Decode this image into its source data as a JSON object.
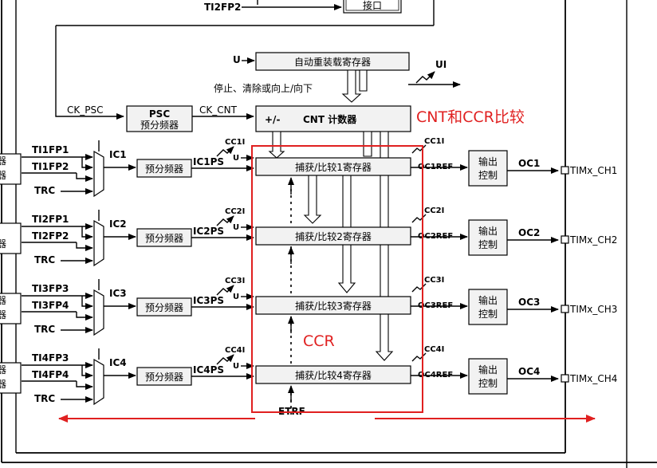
{
  "top": {
    "ti2fp2_label": "TI2FP2",
    "interface_label": "接口",
    "u_label": "U",
    "ui_label": "UI",
    "arr_label": "自动重装载寄存器",
    "stop_clear_label": "停止、清除或向上/向下"
  },
  "counter": {
    "ck_psc_label": "CK_PSC",
    "psc_label": "PSC",
    "psc_sub_label": "预分频器",
    "ck_cnt_label": "CK_CNT",
    "updown_label": "+/-",
    "cnt_label": "CNT 计数器"
  },
  "annotations": {
    "cnt_ccr_compare": "CNT和CCR比较",
    "ccr": "CCR"
  },
  "left_edge_texts": [
    "器",
    "器",
    "器",
    "器",
    "器",
    "器",
    "器"
  ],
  "channels": [
    {
      "fp_a": "TI1FP1",
      "fp_b": "TI1FP2",
      "trc": "TRC",
      "ic": "IC1",
      "prescaler": "预分频器",
      "icps": "IC1PS",
      "u": "U",
      "cc_top": "CC1I",
      "reg": "捕获/比较1寄存器",
      "cc_right": "CC1I",
      "ref": "OC1REF",
      "out_ctrl_1": "输出",
      "out_ctrl_2": "控制",
      "oc": "OC1",
      "pin": "TIMx_CH1"
    },
    {
      "fp_a": "TI2FP1",
      "fp_b": "TI2FP2",
      "trc": "TRC",
      "ic": "IC2",
      "prescaler": "预分频器",
      "icps": "IC2PS",
      "u": "U",
      "cc_top": "CC2I",
      "reg": "捕获/比较2寄存器",
      "cc_right": "CC2I",
      "ref": "OC2REF",
      "out_ctrl_1": "输出",
      "out_ctrl_2": "控制",
      "oc": "OC2",
      "pin": "TIMx_CH2"
    },
    {
      "fp_a": "TI3FP3",
      "fp_b": "TI3FP4",
      "trc": "TRC",
      "ic": "IC3",
      "prescaler": "预分频器",
      "icps": "IC3PS",
      "u": "U",
      "cc_top": "CC3I",
      "reg": "捕获/比较3寄存器",
      "cc_right": "CC3I",
      "ref": "OC3REF",
      "out_ctrl_1": "输出",
      "out_ctrl_2": "控制",
      "oc": "OC3",
      "pin": "TIMx_CH3"
    },
    {
      "fp_a": "TI4FP3",
      "fp_b": "TI4FP4",
      "trc": "TRC",
      "ic": "IC4",
      "prescaler": "预分频器",
      "icps": "IC4PS",
      "u": "U",
      "cc_top": "CC4I",
      "reg": "捕获/比较4寄存器",
      "cc_right": "CC4I",
      "ref": "OC4REF",
      "out_ctrl_1": "输出",
      "out_ctrl_2": "控制",
      "oc": "OC4",
      "pin": "TIMx_CH4"
    }
  ],
  "bottom": {
    "etrf_label": "ETRF"
  },
  "colors": {
    "annotation": "#e02020",
    "block_fill": "#f2f2f2",
    "line": "#000000"
  }
}
